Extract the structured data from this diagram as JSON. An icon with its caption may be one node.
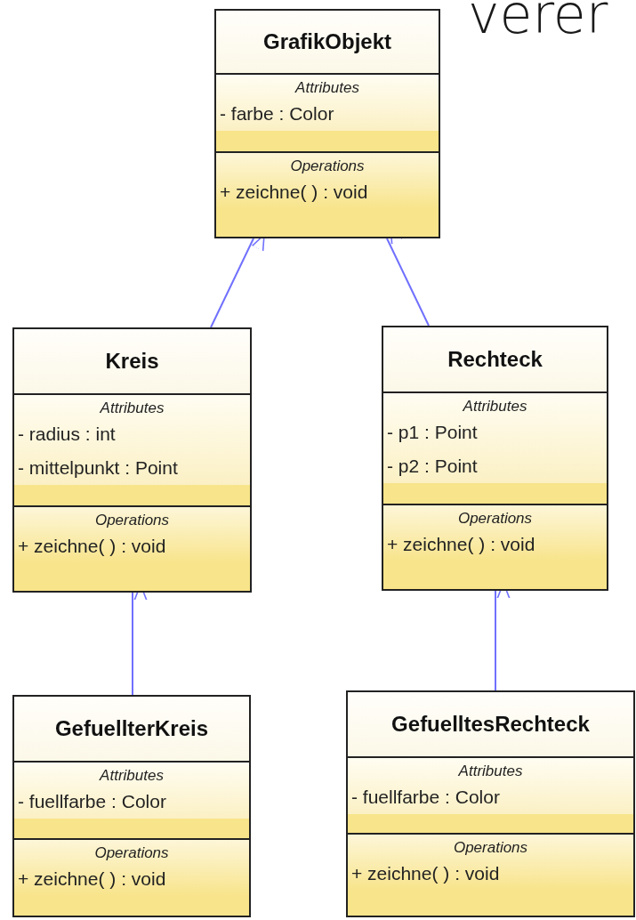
{
  "diagram": {
    "nodes": [
      {
        "text": [
          "GrafikObjekt"
        ]
      },
      {
        "text": [
          "Attributes",
          "- farbe : Color"
        ],
        "in": 0
      },
      {
        "text": [
          "Operations",
          "+ zeichne(  ) : void"
        ],
        "in": 0
      },
      {
        "text": [
          "Kreis"
        ]
      },
      {
        "text": [
          "Attributes",
          "- radius : int",
          "- mittelpunkt : Point"
        ],
        "in": 3
      },
      {
        "text": [
          "Operations",
          "+ zeichne(  ) : void"
        ],
        "in": 3
      },
      {
        "text": [
          "Rechteck"
        ]
      },
      {
        "text": [
          "Attributes",
          "- p1 : Point",
          "- p2 : Point"
        ],
        "in": 6
      },
      {
        "text": [
          "Operations",
          "+ zeichne(  ) : void"
        ],
        "in": 6
      },
      {
        "text": [
          "GefuellterKreis"
        ]
      },
      {
        "text": [
          "Attributes",
          "- fuellfarbe : Color"
        ],
        "in": 9
      },
      {
        "text": [
          "Operations",
          "+ zeichne(  ) : void"
        ],
        "in": 9
      },
      {
        "text": [
          "GefuelltesRechteck"
        ]
      },
      {
        "text": [
          "Attributes",
          "- fuellfarbe : Color"
        ],
        "in": 12
      },
      {
        "text": [
          "Operations",
          "+ zeichne(  ) : void"
        ],
        "in": 12
      }
    ],
    "edges": [
      {
        "from": 3,
        "to": 0,
        "arrow": "to",
        "color": "#7070ff"
      },
      {
        "from": 6,
        "to": 0,
        "arrow": "to",
        "color": "#7070ff"
      },
      {
        "from": 9,
        "to": 3,
        "arrow": "to",
        "color": "#7070ff"
      },
      {
        "from": 12,
        "to": 6,
        "arrow": "to",
        "color": "#7070ff"
      }
    ],
    "labels": [
      "verer"
    ]
  }
}
